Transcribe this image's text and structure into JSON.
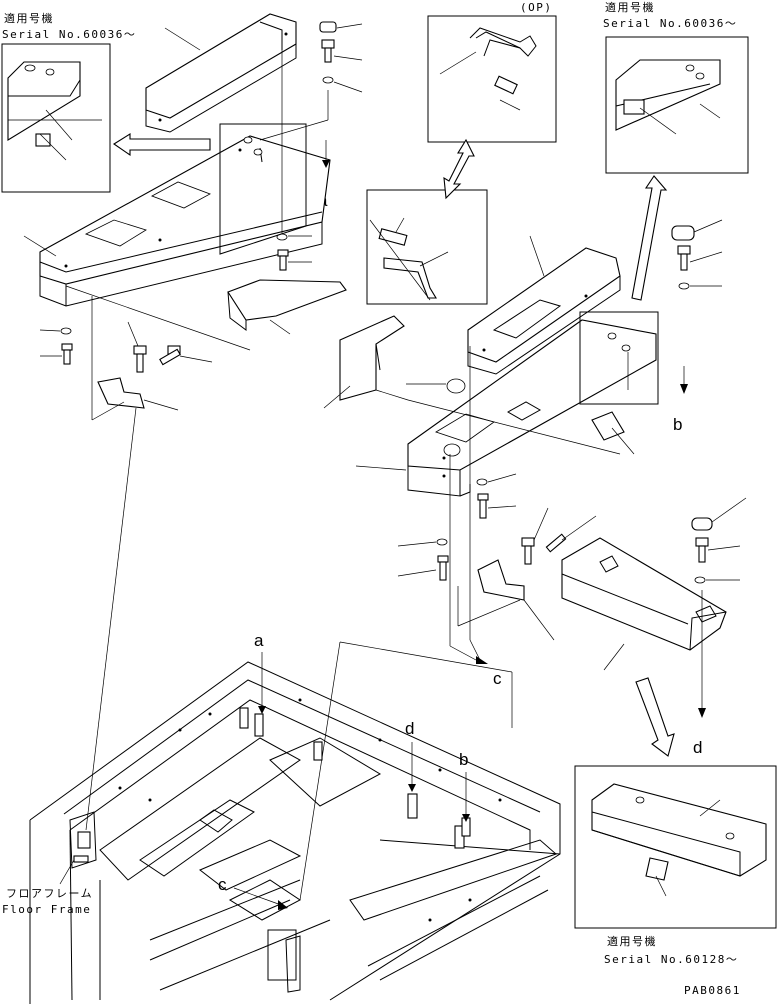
{
  "serial_notes": {
    "top_left": {
      "label_jp": "適用号機",
      "serial": "Serial No.60036～"
    },
    "top_right": {
      "label_jp": "適用号機",
      "serial": "Serial No.60036～"
    },
    "bottom_right": {
      "label_jp": "適用号機",
      "serial": "Serial No.60128～"
    }
  },
  "option_label": "(OP)",
  "floor_frame": {
    "label_jp": "フロアフレーム",
    "label_en": "Floor Frame"
  },
  "reference_letters": {
    "a": "a",
    "b": "b",
    "c": "c",
    "d": "d"
  },
  "drawing_code": "PAB0861"
}
